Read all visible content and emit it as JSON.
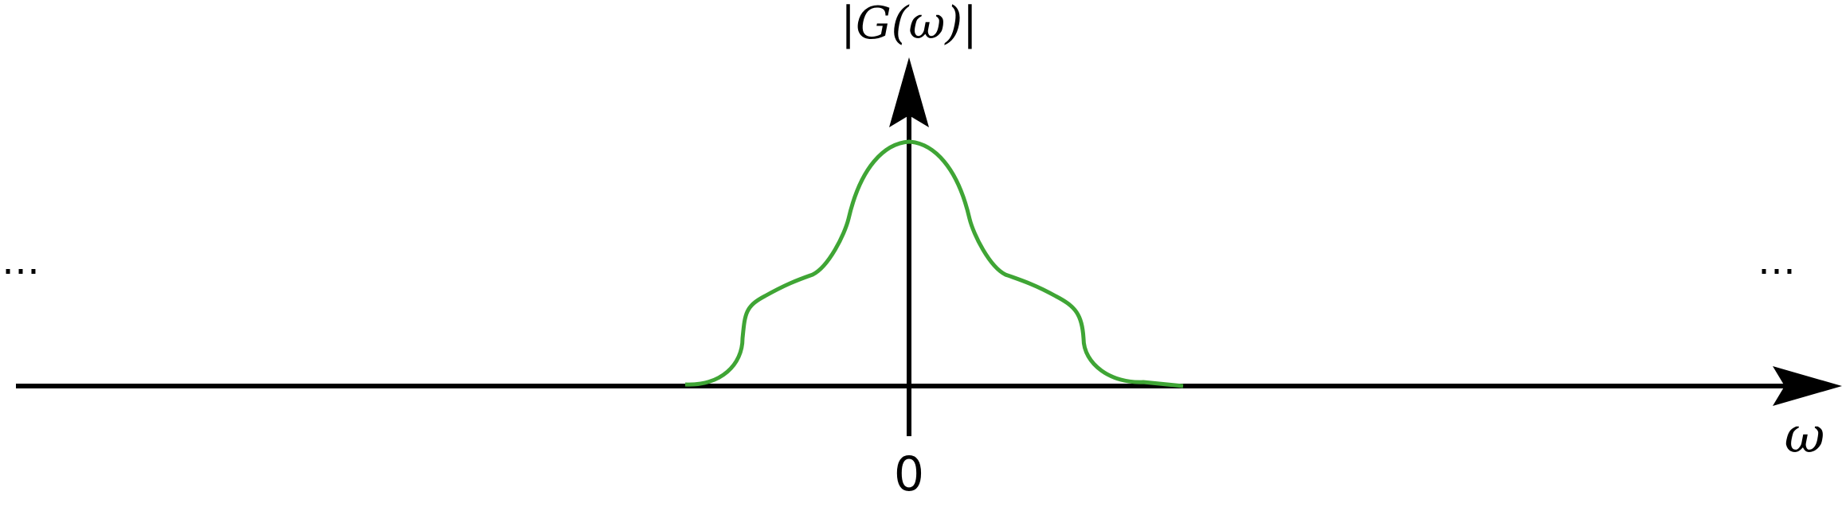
{
  "labels": {
    "y_axis": "|G(ω)|",
    "x_axis": "ω",
    "origin": "0",
    "left_ellipsis": "…",
    "right_ellipsis": "…"
  },
  "colors": {
    "axis": "#000000",
    "curve": "#3fa535"
  }
}
